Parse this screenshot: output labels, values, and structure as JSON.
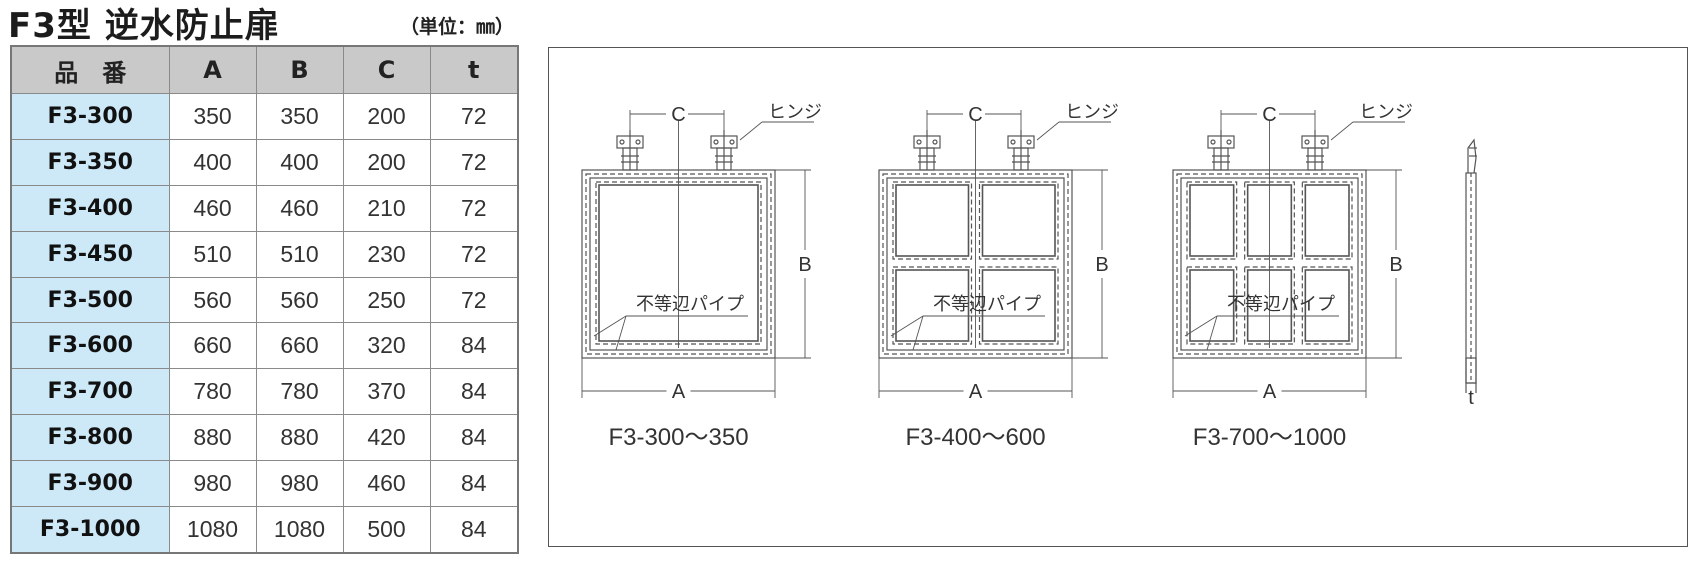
{
  "title": "F3型 逆水防止扉",
  "unit": "（単位：㎜）",
  "table": {
    "headers": [
      "品　番",
      "A",
      "B",
      "C",
      "t"
    ],
    "rows": [
      [
        "F3-300",
        "350",
        "350",
        "200",
        "72"
      ],
      [
        "F3-350",
        "400",
        "400",
        "200",
        "72"
      ],
      [
        "F3-400",
        "460",
        "460",
        "210",
        "72"
      ],
      [
        "F3-450",
        "510",
        "510",
        "230",
        "72"
      ],
      [
        "F3-500",
        "560",
        "560",
        "250",
        "72"
      ],
      [
        "F3-600",
        "660",
        "660",
        "320",
        "84"
      ],
      [
        "F3-700",
        "780",
        "780",
        "370",
        "84"
      ],
      [
        "F3-800",
        "880",
        "880",
        "420",
        "84"
      ],
      [
        "F3-900",
        "980",
        "980",
        "460",
        "84"
      ],
      [
        "F3-1000",
        "1080",
        "1080",
        "500",
        "84"
      ]
    ]
  },
  "diagrams": [
    {
      "caption": "F3-300～350",
      "hinge": "ヒンジ",
      "pipe": "不等辺パイプ",
      "dim_a": "A",
      "dim_b": "B",
      "dim_c": "C"
    },
    {
      "caption": "F3-400～600",
      "hinge": "ヒンジ",
      "pipe": "不等辺パイプ",
      "dim_a": "A",
      "dim_b": "B",
      "dim_c": "C"
    },
    {
      "caption": "F3-700～1000",
      "hinge": "ヒンジ",
      "pipe": "不等辺パイプ",
      "dim_a": "A",
      "dim_b": "B",
      "dim_c": "C"
    }
  ],
  "side_view": {
    "dim_t": "t"
  },
  "colors": {
    "header_bg": "#c9c9c9",
    "code_bg": "#cde9f7",
    "line": "#555555"
  }
}
